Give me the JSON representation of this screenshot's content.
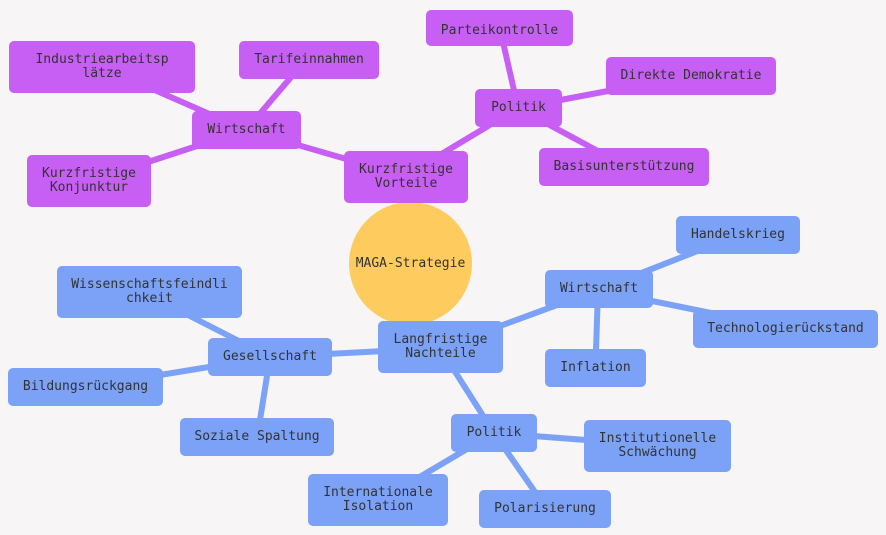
{
  "colors": {
    "background": "#f7f5f5",
    "short_term": "#c75ff5",
    "long_term": "#7ba2f7",
    "center": "#fecc5e",
    "edge_purple": "#c75ff5",
    "edge_blue": "#7ba2f7"
  },
  "center": "MAGA-Strategie",
  "short_term": {
    "label": "Kurzfristige Vorteile",
    "economy": {
      "label": "Wirtschaft",
      "items": [
        "Industriearbeitsplätze",
        "Tarifeinnahmen",
        "Kurzfristige Konjunktur"
      ]
    },
    "politics": {
      "label": "Politik",
      "items": [
        "Parteikontrolle",
        "Direkte Demokratie",
        "Basisunterstützung"
      ]
    }
  },
  "long_term": {
    "label": "Langfristige Nachteile",
    "economy": {
      "label": "Wirtschaft",
      "items": [
        "Handelskrieg",
        "Technologierückstand",
        "Inflation"
      ]
    },
    "society": {
      "label": "Gesellschaft",
      "items": [
        "Wissenschaftsfeindlichkeit",
        "Bildungsrückgang",
        "Soziale Spaltung"
      ]
    },
    "politics": {
      "label": "Politik",
      "items": [
        "Institutionelle Schwächung",
        "Polarisierung",
        "Internationale Isolation"
      ]
    }
  }
}
